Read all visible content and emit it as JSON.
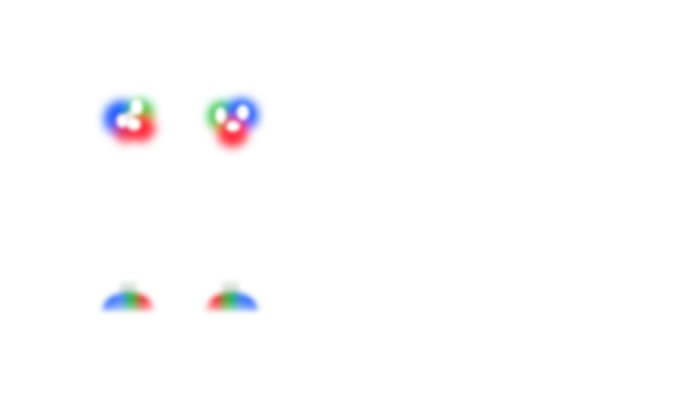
{
  "colors": {
    "background": "#ffffff",
    "red": "#ff2a3a",
    "green": "#22c43a",
    "blue": "#1a5cff",
    "white": "#ffffff",
    "neck": "#c9d2c9"
  },
  "shapes": {
    "top_row": [
      "swirl-blob-rgb",
      "swirl-blob-grb"
    ],
    "bottom_row": [
      "dome-blob-rgb",
      "dome-blob-grb"
    ]
  }
}
